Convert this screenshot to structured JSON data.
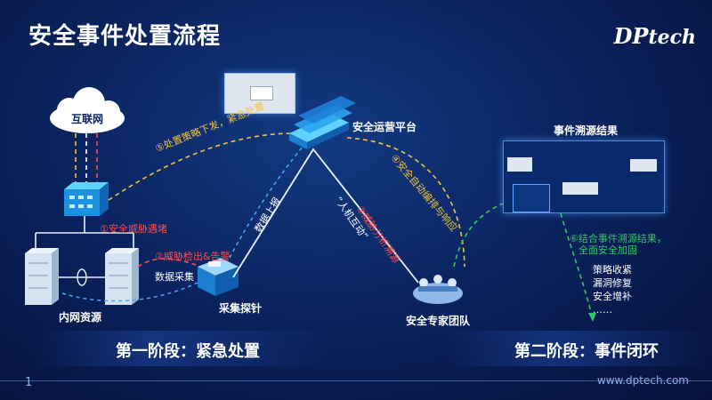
{
  "header": {
    "title": "安全事件处置流程"
  },
  "logo": {
    "part1": "DP",
    "part2": "tech"
  },
  "nodes": {
    "internet": "互联网",
    "intranet": "内网资源",
    "probe": "采集探针",
    "soc": "安全运营平台",
    "experts": "安全专家团队",
    "trace_result": "事件溯源结果"
  },
  "steps": {
    "s1": "①安全威胁遇堵",
    "s2": "②威胁检出&告警",
    "s3": "③威胁分析溯源",
    "s4": "④安全自动编排与响应",
    "s5": "⑤处置策略下发，紧急处置",
    "s6_line1": "⑥结合事件溯源结果，",
    "s6_line2": "全面安全加固"
  },
  "edge_labels": {
    "data_collect": "数据采集",
    "data_upload": "数据上报",
    "human_machine": "“人机互动”"
  },
  "actions": [
    "策略收紧",
    "漏洞修复",
    "安全增补",
    "……"
  ],
  "stages": {
    "stage1": "第一阶段：紧急处置",
    "stage2": "第二阶段：事件闭环"
  },
  "footer": {
    "page": "1",
    "site": "www.dptech.com"
  },
  "colors": {
    "red": "#ff4b4b",
    "yellow": "#f5c33b",
    "green": "#34c46a",
    "blue": "#4aa8ff"
  }
}
